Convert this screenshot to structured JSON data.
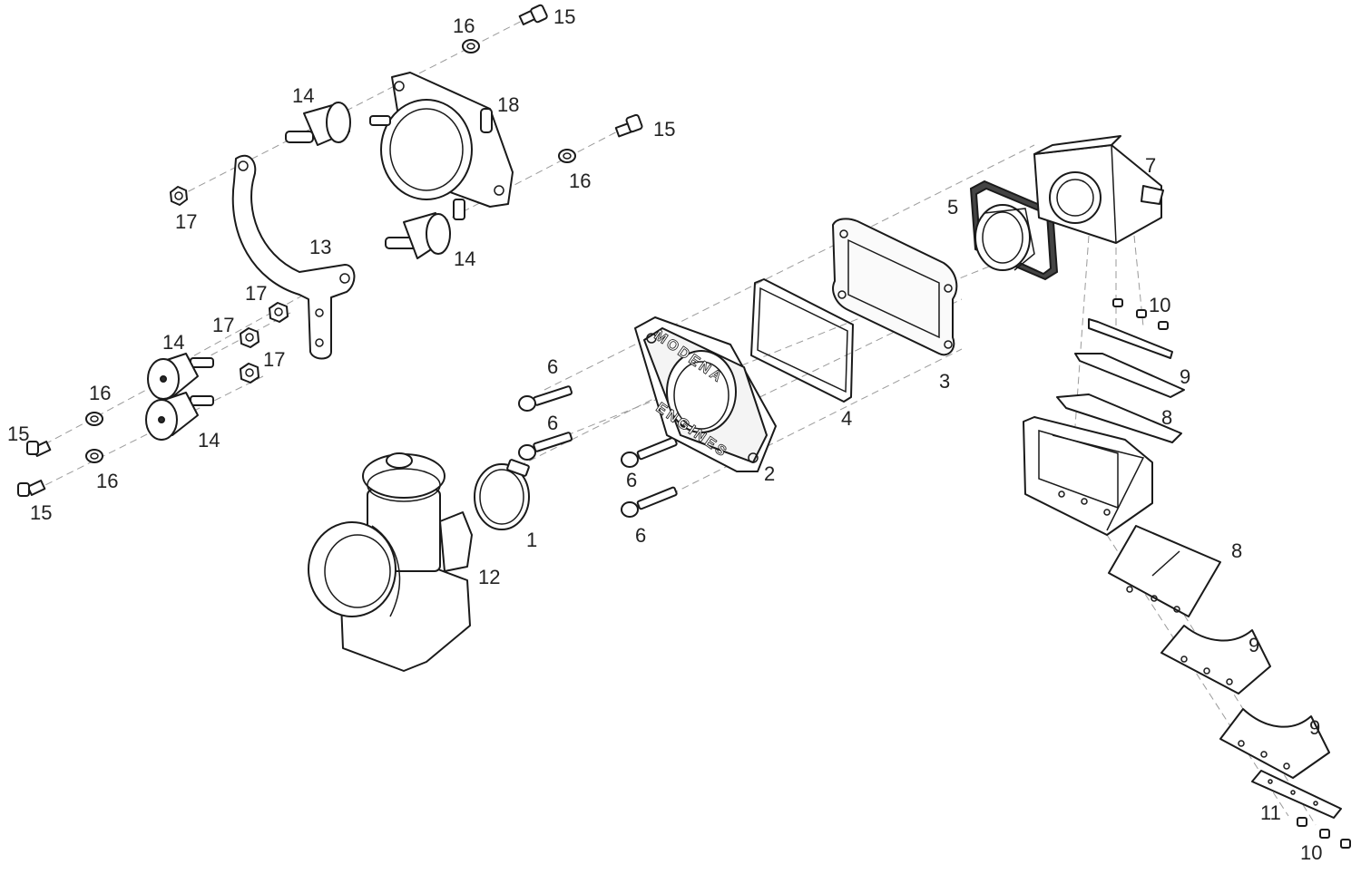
{
  "diagram": {
    "brand_top": "MODENA",
    "brand_bottom": "ENGINES",
    "callouts": [
      {
        "id": "c-16-top",
        "text": "16"
      },
      {
        "id": "c-15-top",
        "text": "15"
      },
      {
        "id": "c-14-top",
        "text": "14"
      },
      {
        "id": "c-18",
        "text": "18"
      },
      {
        "id": "c-15-mid",
        "text": "15"
      },
      {
        "id": "c-16-mid",
        "text": "16"
      },
      {
        "id": "c-17-a",
        "text": "17"
      },
      {
        "id": "c-13",
        "text": "13"
      },
      {
        "id": "c-14-mid",
        "text": "14"
      },
      {
        "id": "c-7",
        "text": "7"
      },
      {
        "id": "c-5",
        "text": "5"
      },
      {
        "id": "c-17-b",
        "text": "17"
      },
      {
        "id": "c-17-c",
        "text": "17"
      },
      {
        "id": "c-17-d",
        "text": "17"
      },
      {
        "id": "c-14-l1",
        "text": "14"
      },
      {
        "id": "c-10-top",
        "text": "10"
      },
      {
        "id": "c-3",
        "text": "3"
      },
      {
        "id": "c-6-a",
        "text": "6"
      },
      {
        "id": "c-16-l1",
        "text": "16"
      },
      {
        "id": "c-9-a",
        "text": "9"
      },
      {
        "id": "c-4",
        "text": "4"
      },
      {
        "id": "c-8-a",
        "text": "8"
      },
      {
        "id": "c-15-l1",
        "text": "15"
      },
      {
        "id": "c-6-b",
        "text": "6"
      },
      {
        "id": "c-14-l2",
        "text": "14"
      },
      {
        "id": "c-16-l2",
        "text": "16"
      },
      {
        "id": "c-2",
        "text": "2"
      },
      {
        "id": "c-6-c",
        "text": "6"
      },
      {
        "id": "c-15-l2",
        "text": "15"
      },
      {
        "id": "c-1",
        "text": "1"
      },
      {
        "id": "c-6-d",
        "text": "6"
      },
      {
        "id": "c-8-b",
        "text": "8"
      },
      {
        "id": "c-12",
        "text": "12"
      },
      {
        "id": "c-9-b",
        "text": "9"
      },
      {
        "id": "c-9-c",
        "text": "9"
      },
      {
        "id": "c-11",
        "text": "11"
      },
      {
        "id": "c-10-bottom",
        "text": "10"
      }
    ]
  }
}
